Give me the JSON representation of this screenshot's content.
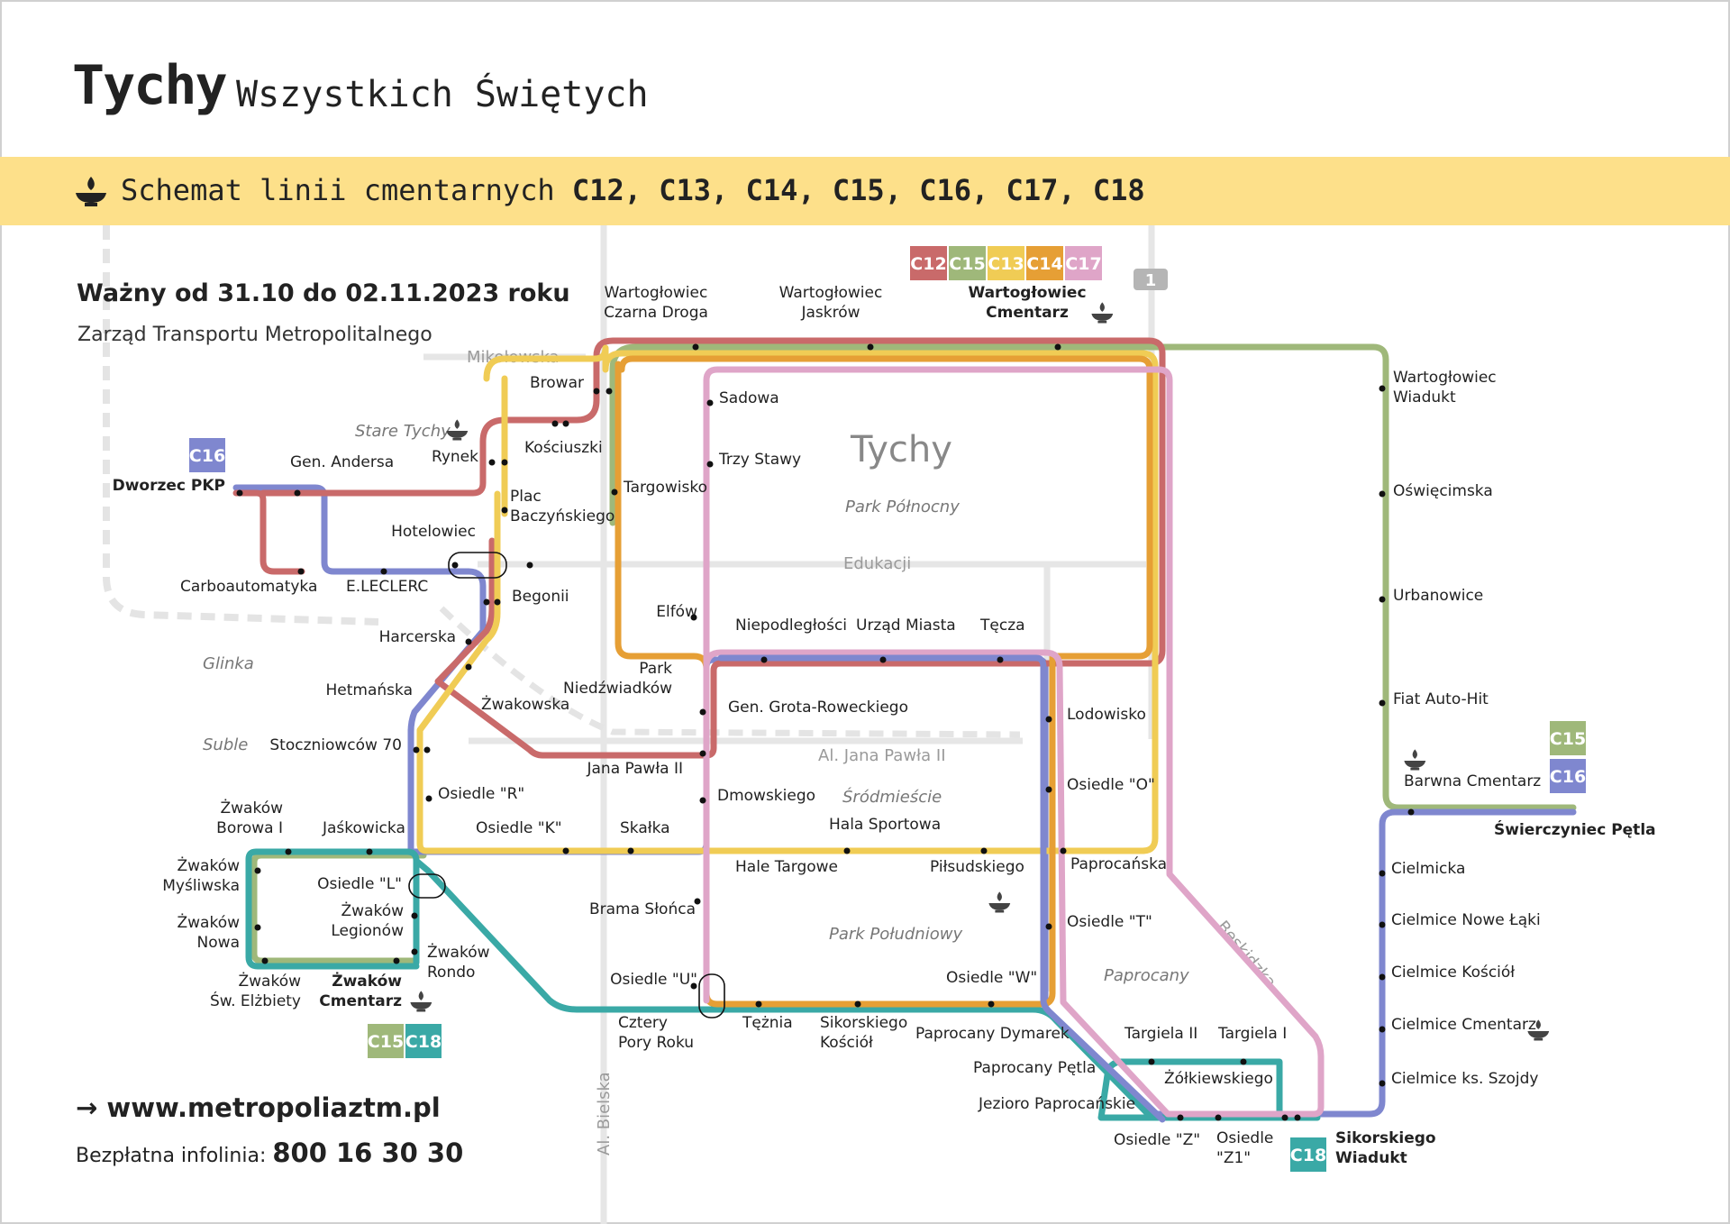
{
  "header": {
    "city": "Tychy",
    "subtitle": "Wszystkich Świętych",
    "band_plain": "Schemat linii cmentarnych",
    "band_lines": "C12, C13, C14, C15, C16, C17, C18"
  },
  "validity": "Ważny od 31.10 do 02.11.2023 roku",
  "operator": "Zarząd Transportu Metropolitalnego",
  "footer": {
    "website": "www.metropoliaztm.pl",
    "phone_label": "Bezpłatna infolinia:",
    "phone": "800 16 30 30"
  },
  "colors": {
    "C12": "#c96a6a",
    "C13": "#f0cc55",
    "C14": "#e69f35",
    "C15": "#9fb87a",
    "C16": "#7f87cf",
    "C17": "#dfa5c8",
    "C18": "#3aa9a6",
    "band": "#fde08a",
    "street": "#e6e6e6"
  },
  "lines": [
    "C12",
    "C13",
    "C14",
    "C15",
    "C16",
    "C17",
    "C18"
  ],
  "icons": [
    "cemetery-lamp-icon",
    "arrow-right-icon"
  ],
  "streets": [
    {
      "id": "mikolowska",
      "label": "Mikołowska"
    },
    {
      "id": "edukacji",
      "label": "Edukacji"
    },
    {
      "id": "jana-pawla",
      "label": "Al. Jana Pawła II"
    },
    {
      "id": "bielska",
      "label": "Al. Bielska"
    },
    {
      "id": "beskidzka",
      "label": "Beskidzka"
    }
  ],
  "road_badge": "1",
  "areas": [
    {
      "id": "stare-tychy",
      "label": "Stare Tychy"
    },
    {
      "id": "glinka",
      "label": "Glinka"
    },
    {
      "id": "suble",
      "label": "Suble"
    },
    {
      "id": "tychy-center",
      "label": "Tychy"
    },
    {
      "id": "park-polnocny",
      "label": "Park Północny"
    },
    {
      "id": "srodmiescie",
      "label": "Śródmieście"
    },
    {
      "id": "park-poludniowy",
      "label": "Park Południowy"
    },
    {
      "id": "paprocany-area",
      "label": "Paprocany"
    }
  ],
  "stops": [
    {
      "id": "czarna-droga",
      "label": "Wartogłowiec\nCzarna Droga"
    },
    {
      "id": "jaskrow",
      "label": "Wartogłowiec\nJaskrów"
    },
    {
      "id": "cmentarz-wart",
      "label": "Wartogłowiec\nCmentarz"
    },
    {
      "id": "browar",
      "label": "Browar"
    },
    {
      "id": "kosciuszki",
      "label": "Kościuszki"
    },
    {
      "id": "rynek",
      "label": "Rynek"
    },
    {
      "id": "gen-andersa",
      "label": "Gen. Andersa"
    },
    {
      "id": "dworzec-pkp",
      "label": "Dworzec PKP"
    },
    {
      "id": "plac-baczynskiego",
      "label": "Plac\nBaczyńskiego"
    },
    {
      "id": "hotelowiec",
      "label": "Hotelowiec"
    },
    {
      "id": "carboautomatyka",
      "label": "Carboautomatyka"
    },
    {
      "id": "eleclerc",
      "label": "E.LECLERC"
    },
    {
      "id": "begonii",
      "label": "Begonii"
    },
    {
      "id": "harcerska",
      "label": "Harcerska"
    },
    {
      "id": "hetmanska",
      "label": "Hetmańska"
    },
    {
      "id": "zwakowska",
      "label": "Żwakowska"
    },
    {
      "id": "stoczniowcow",
      "label": "Stoczniowców 70"
    },
    {
      "id": "osiedle-r",
      "label": "Osiedle \"R\""
    },
    {
      "id": "osiedle-k",
      "label": "Osiedle \"K\""
    },
    {
      "id": "skalka",
      "label": "Skałka"
    },
    {
      "id": "zwakow-borowa",
      "label": "Żwaków\nBorowa I"
    },
    {
      "id": "jaskowicka",
      "label": "Jaśkowicka"
    },
    {
      "id": "zwakow-mysliwska",
      "label": "Żwaków\nMyśliwska"
    },
    {
      "id": "osiedle-l",
      "label": "Osiedle \"L\""
    },
    {
      "id": "zwakow-legionow",
      "label": "Żwaków\nLegionów"
    },
    {
      "id": "zwakow-nowa",
      "label": "Żwaków\nNowa"
    },
    {
      "id": "zwakow-rondo",
      "label": "Żwaków\nRondo"
    },
    {
      "id": "zwakow-elzbiety",
      "label": "Żwaków\nŚw. Elżbiety"
    },
    {
      "id": "zwakow-cmentarz",
      "label": "Żwaków\nCmentarz"
    },
    {
      "id": "sadowa",
      "label": "Sadowa"
    },
    {
      "id": "trzy-stawy",
      "label": "Trzy Stawy"
    },
    {
      "id": "targowisko",
      "label": "Targowisko"
    },
    {
      "id": "elfow",
      "label": "Elfów"
    },
    {
      "id": "park-niedzwiadkow",
      "label": "Park\nNiedźwiadków"
    },
    {
      "id": "niepodleglosci",
      "label": "Niepodległości"
    },
    {
      "id": "urzad-miasta",
      "label": "Urząd Miasta"
    },
    {
      "id": "tecza",
      "label": "Tęcza"
    },
    {
      "id": "gen-grota",
      "label": "Gen. Grota-Roweckiego"
    },
    {
      "id": "jana-pawla-stop",
      "label": "Jana Pawła II"
    },
    {
      "id": "dmowskiego",
      "label": "Dmowskiego"
    },
    {
      "id": "hala-sportowa",
      "label": "Hala Sportowa"
    },
    {
      "id": "hale-targowe",
      "label": "Hale Targowe"
    },
    {
      "id": "pilsudskiego",
      "label": "Piłsudskiego"
    },
    {
      "id": "brama-slonca",
      "label": "Brama Słońca"
    },
    {
      "id": "osiedle-u",
      "label": "Osiedle \"U\""
    },
    {
      "id": "cztery-pory",
      "label": "Cztery\nPory Roku"
    },
    {
      "id": "teznia",
      "label": "Tężnia"
    },
    {
      "id": "sikorskiego-kosciol",
      "label": "Sikorskiego\nKościół"
    },
    {
      "id": "osiedle-w",
      "label": "Osiedle \"W\""
    },
    {
      "id": "lodowisko",
      "label": "Lodowisko"
    },
    {
      "id": "osiedle-o",
      "label": "Osiedle \"O\""
    },
    {
      "id": "paprocanska",
      "label": "Paprocańska"
    },
    {
      "id": "osiedle-t",
      "label": "Osiedle \"T\""
    },
    {
      "id": "paprocany-dymarek",
      "label": "Paprocany Dymarek"
    },
    {
      "id": "paprocany-petla",
      "label": "Paprocany Pętla"
    },
    {
      "id": "jezioro",
      "label": "Jezioro Paprocańskie"
    },
    {
      "id": "targiela-2",
      "label": "Targiela II"
    },
    {
      "id": "targiela-1",
      "label": "Targiela I"
    },
    {
      "id": "zolkiewskiego",
      "label": "Żółkiewskiego"
    },
    {
      "id": "osiedle-z",
      "label": "Osiedle \"Z\""
    },
    {
      "id": "osiedle-z1",
      "label": "Osiedle\n\"Z1\""
    },
    {
      "id": "sikorskiego-wiadukt",
      "label": "Sikorskiego\nWiadukt"
    },
    {
      "id": "wart-wiadukt",
      "label": "Wartogłowiec\nWiadukt"
    },
    {
      "id": "oswiecimska",
      "label": "Oświęcimska"
    },
    {
      "id": "urbanowice",
      "label": "Urbanowice"
    },
    {
      "id": "fiat",
      "label": "Fiat Auto-Hit"
    },
    {
      "id": "barwna",
      "label": "Barwna Cmentarz"
    },
    {
      "id": "swierczyniec",
      "label": "Świerczyniec Pętla"
    },
    {
      "id": "cielmicka",
      "label": "Cielmicka"
    },
    {
      "id": "cielmice-nowe",
      "label": "Cielmice Nowe Łąki"
    },
    {
      "id": "cielmice-kosciol",
      "label": "Cielmice Kościół"
    },
    {
      "id": "cielmice-cmentarz",
      "label": "Cielmice Cmentarz"
    },
    {
      "id": "cielmice-szojdy",
      "label": "Cielmice ks. Szojdy"
    }
  ]
}
